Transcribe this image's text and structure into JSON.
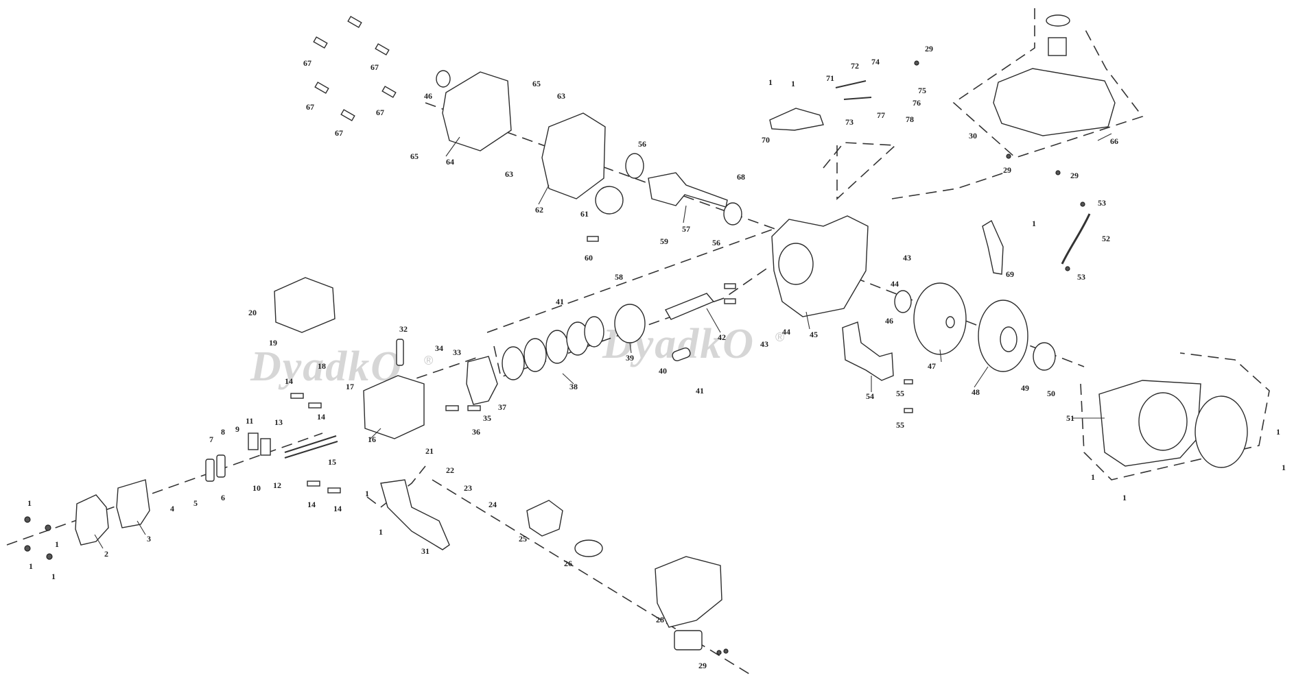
{
  "watermark": {
    "text": "DyadkO",
    "mark": "®"
  },
  "labels": {
    "p1": "1",
    "p2": "2",
    "p3": "3",
    "p4": "4",
    "p5": "5",
    "p6": "6",
    "p7": "7",
    "p8": "8",
    "p9": "9",
    "p10": "10",
    "p11": "11",
    "p12": "12",
    "p13": "13",
    "p14": "14",
    "p15": "15",
    "p16": "16",
    "p17": "17",
    "p18": "18",
    "p19": "19",
    "p20": "20",
    "p21": "21",
    "p22": "22",
    "p23": "23",
    "p24": "24",
    "p25": "25",
    "p26": "26",
    "p28": "28",
    "p29": "29",
    "p30": "30",
    "p31": "31",
    "p32": "32",
    "p33": "33",
    "p34": "34",
    "p35": "35",
    "p36": "36",
    "p37": "37",
    "p38": "38",
    "p39": "39",
    "p40": "40",
    "p41": "41",
    "p42": "42",
    "p43": "43",
    "p44": "44",
    "p45": "45",
    "p46": "46",
    "p47": "47",
    "p48": "48",
    "p49": "49",
    "p50": "50",
    "p51": "51",
    "p52": "52",
    "p53": "53",
    "p54": "54",
    "p55": "55",
    "p56": "56",
    "p57": "57",
    "p58": "58",
    "p59": "59",
    "p60": "60",
    "p61": "61",
    "p62": "62",
    "p63": "63",
    "p64": "64",
    "p65": "65",
    "p66": "66",
    "p67": "67",
    "p68": "68",
    "p69": "69",
    "p70": "70",
    "p71": "71",
    "p72": "72",
    "p73": "73",
    "p74": "74",
    "p75": "75",
    "p76": "76",
    "p77": "77",
    "p78": "78"
  }
}
